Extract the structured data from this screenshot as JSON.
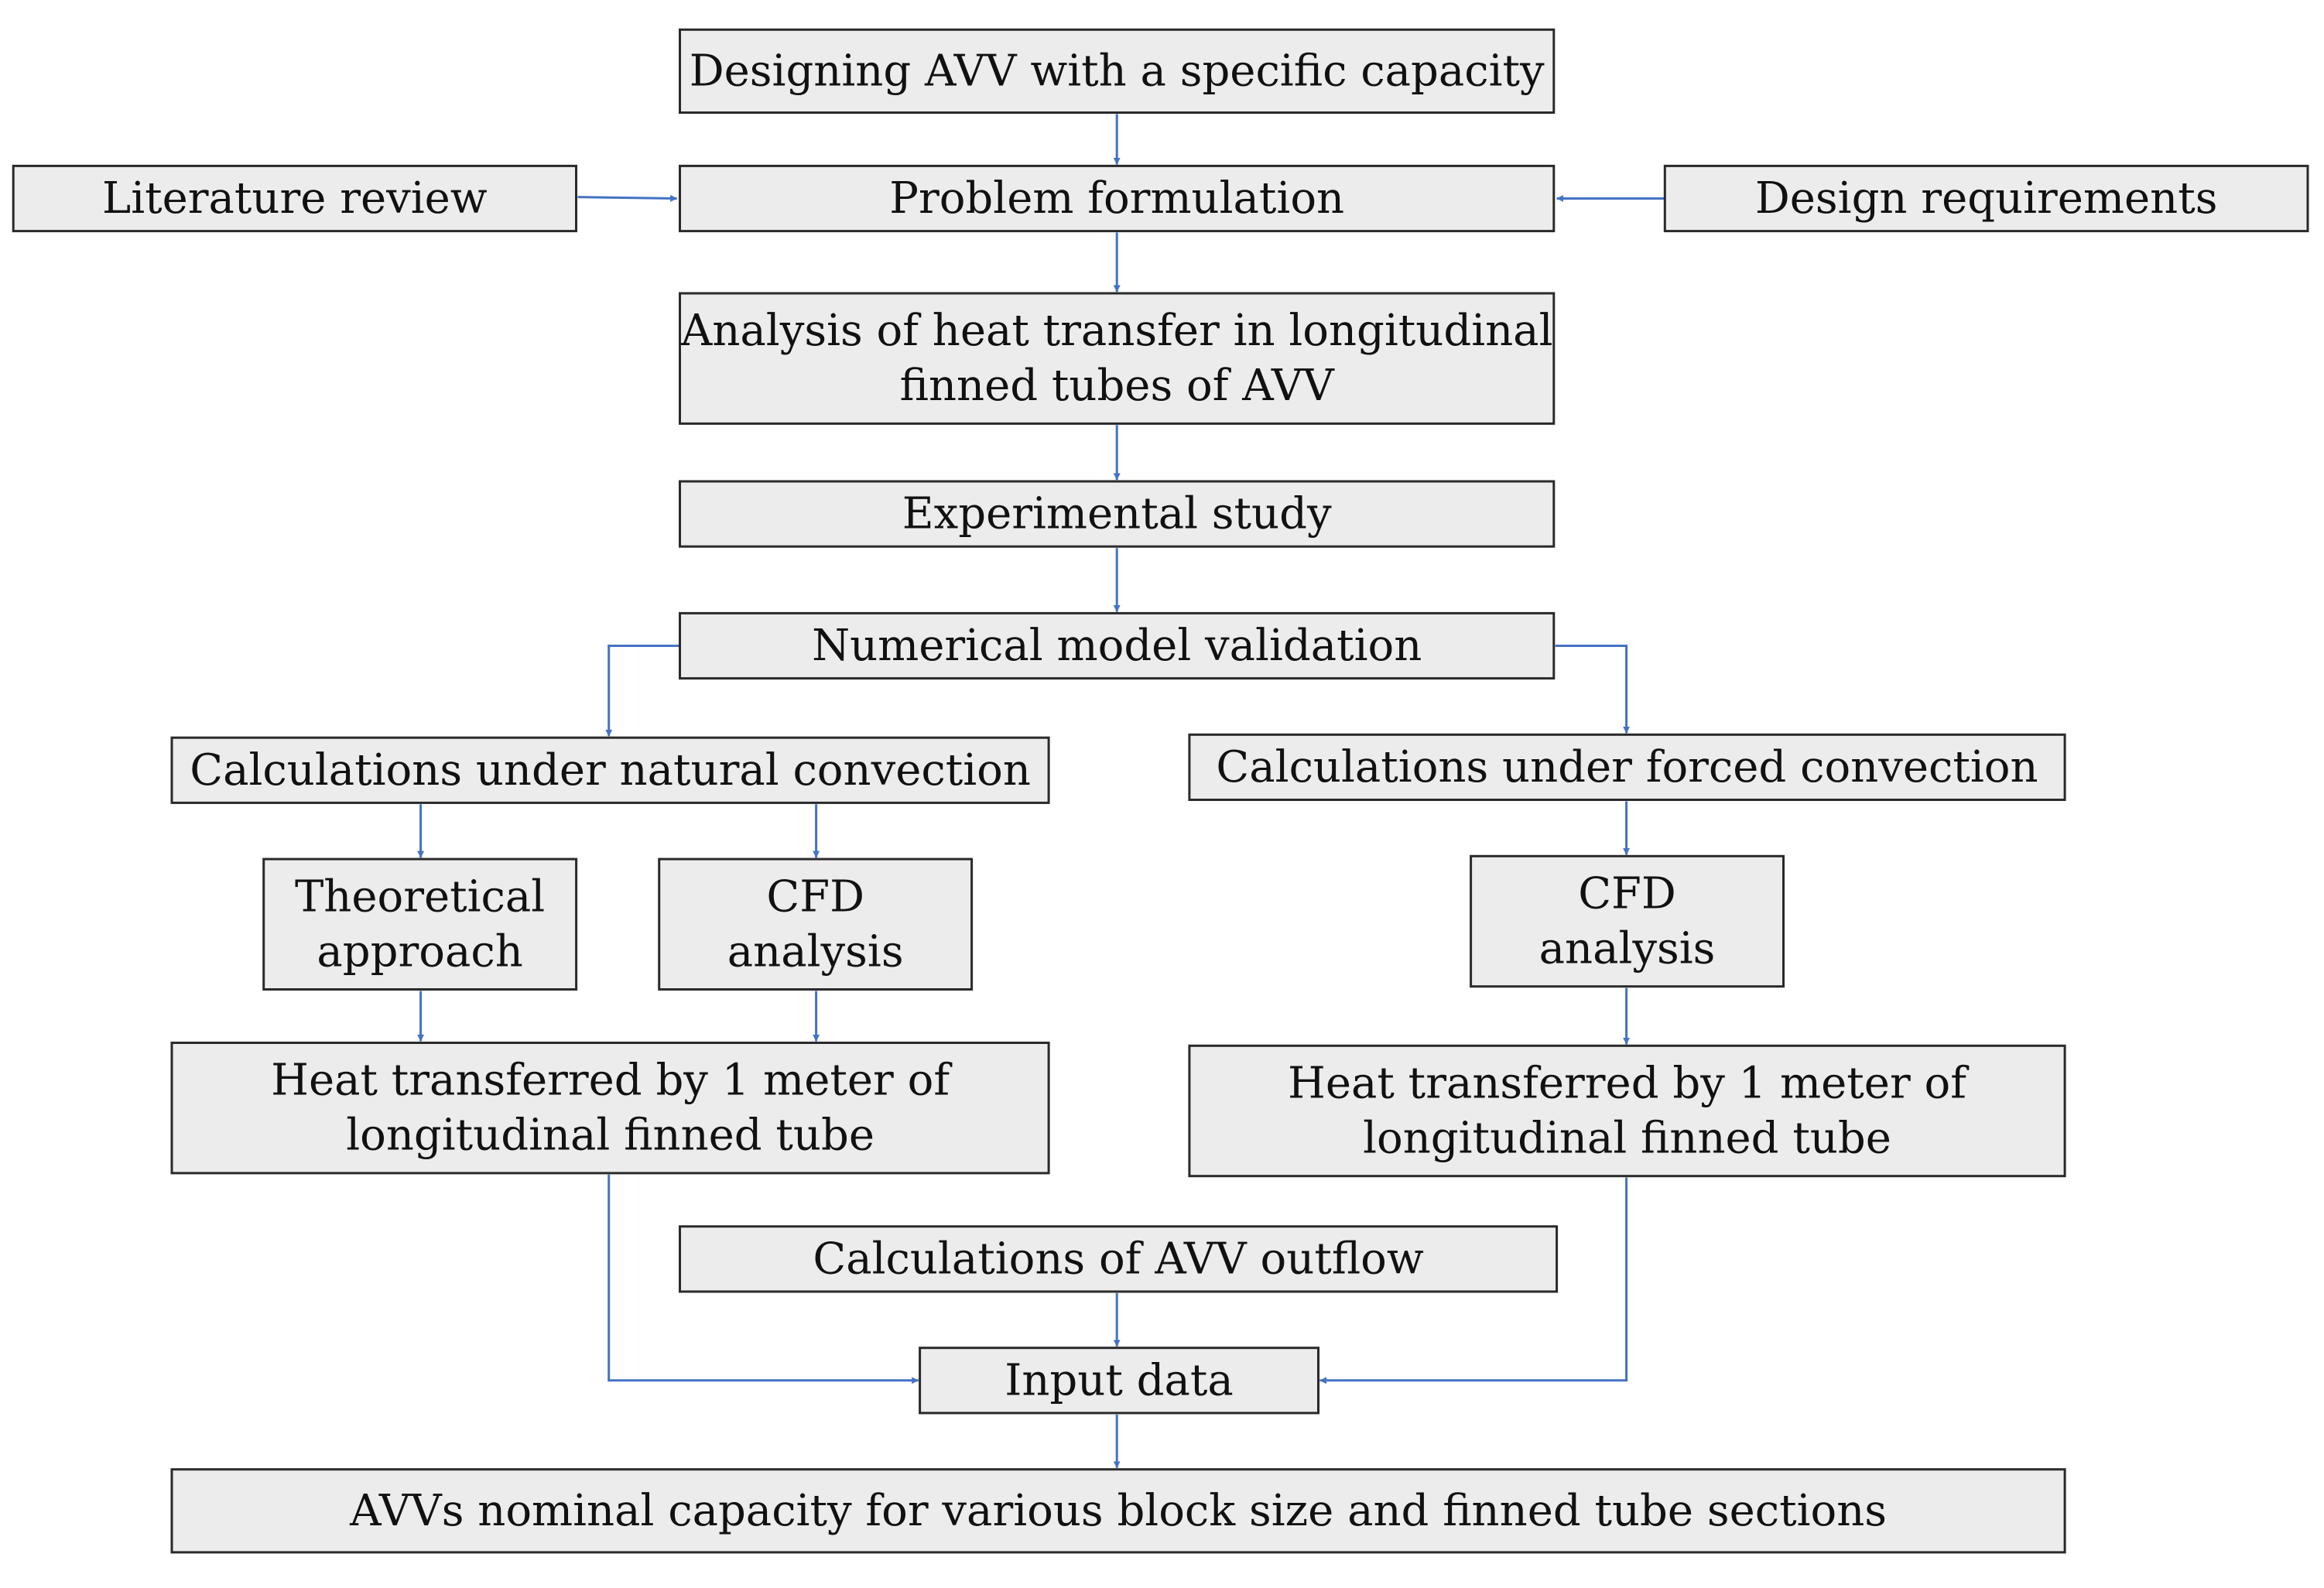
{
  "colors": {
    "box_fill": "#ececec",
    "box_stroke": "#2a2a2a",
    "arrow": "#4472c4",
    "text": "#111111"
  },
  "nodes": {
    "designing_avv": [
      "Designing AVV with a specific capacity"
    ],
    "literature_review": [
      "Literature review"
    ],
    "problem_formulation": [
      "Problem formulation"
    ],
    "design_requirements": [
      "Design requirements"
    ],
    "heat_transfer_analysis": [
      "Analysis of heat transfer in longitudinal",
      "finned tubes of AVV"
    ],
    "experimental_study": [
      "Experimental study"
    ],
    "model_validation": [
      "Numerical model validation"
    ],
    "natural_convection": [
      "Calculations under natural convection"
    ],
    "forced_convection": [
      "Calculations under forced convection"
    ],
    "theoretical_approach": [
      "Theoretical",
      "approach"
    ],
    "cfd_natural": [
      "CFD",
      "analysis"
    ],
    "cfd_forced": [
      "CFD",
      "analysis"
    ],
    "heat_natural": [
      "Heat transferred by 1 meter of",
      "longitudinal finned tube"
    ],
    "heat_forced": [
      "Heat transferred by 1 meter of",
      "longitudinal finned tube"
    ],
    "avv_outflow": [
      "Calculations of AVV outflow"
    ],
    "input_data": [
      "Input data"
    ],
    "nominal_capacity": [
      "AVVs nominal capacity for various block size and finned tube sections"
    ]
  }
}
